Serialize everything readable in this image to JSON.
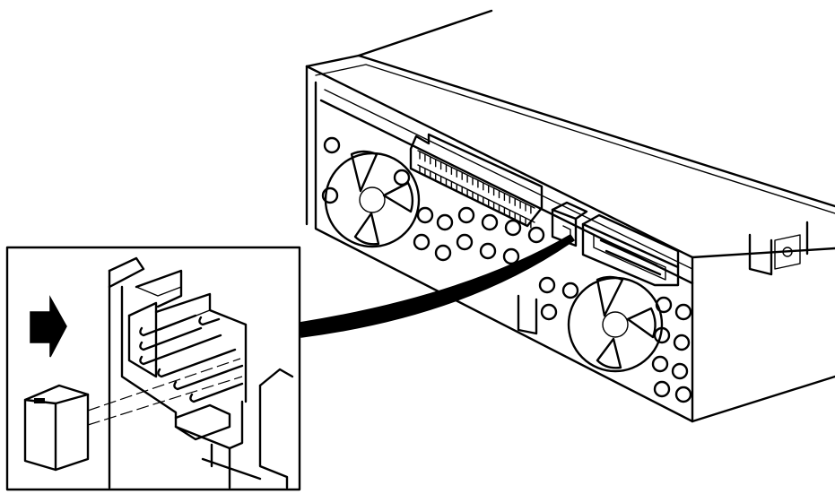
{
  "diagram": {
    "colors": {
      "line": "#000000",
      "background": "#ffffff"
    },
    "parts": [
      "drive-chassis",
      "front-panel",
      "ribbon-connector",
      "power-connector",
      "jumper-block",
      "detail-callout",
      "jumper-plug",
      "insert-direction-arrow"
    ]
  }
}
